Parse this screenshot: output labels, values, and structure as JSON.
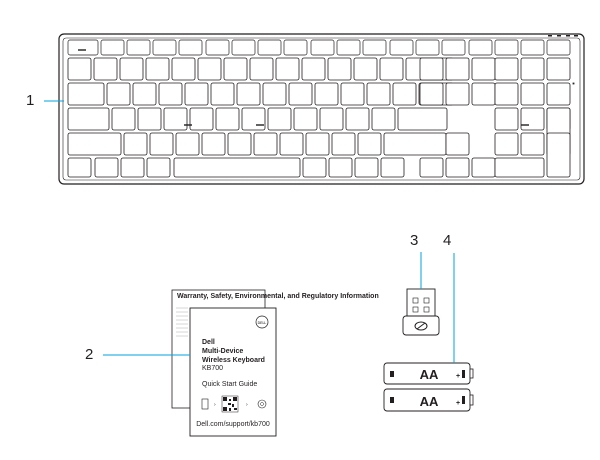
{
  "callouts": [
    {
      "number": "1"
    },
    {
      "number": "2"
    },
    {
      "number": "3"
    },
    {
      "number": "4"
    }
  ],
  "guide": {
    "booklet_title": "Warranty, Safety, Environmental, and Regulatory Information",
    "brand": "Dell",
    "product_line1": "Multi-Device",
    "product_line2": "Wireless Keyboard",
    "model": "KB700",
    "guide_title": "Quick Start Guide",
    "url": "Dell.com/support/kb700",
    "logo_text": "DELL"
  },
  "batteries": [
    {
      "label": "AA"
    },
    {
      "label": "AA"
    }
  ],
  "colors": {
    "line": "#231f20",
    "callout_line": "#00a3e0"
  }
}
